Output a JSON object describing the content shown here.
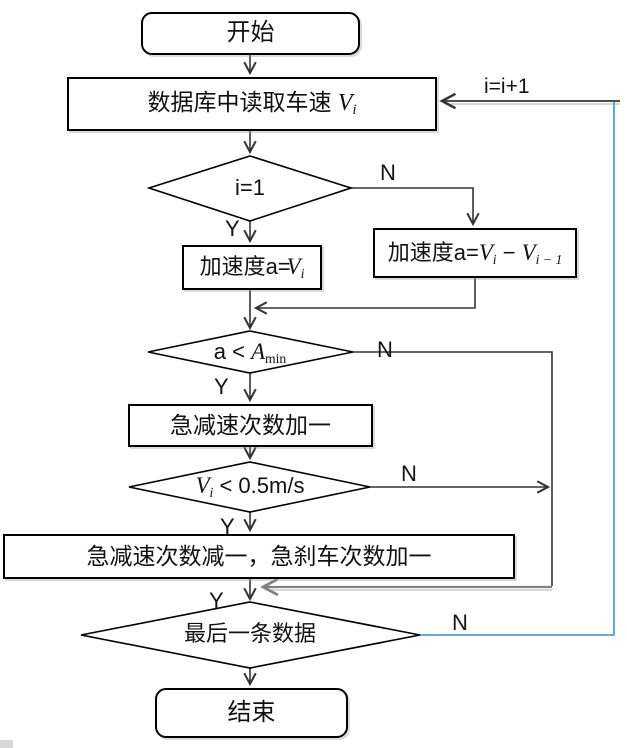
{
  "edge_labels": {
    "yes": "Y",
    "no": "N",
    "increment": "i=i+1"
  },
  "nodes": {
    "start": {
      "label": "开始"
    },
    "read": {
      "prefix": "数据库中读取车速 ",
      "var": "V",
      "sub": "i"
    },
    "d1": {
      "label": "i=1"
    },
    "accel_first": {
      "prefix": "加速度a=",
      "var": "V",
      "sub": "i"
    },
    "accel_diff": {
      "prefix": "加速度a=",
      "var1": "V",
      "sub1": "i",
      "operator": " − ",
      "var2": "V",
      "sub2": "i − 1"
    },
    "d2": {
      "prefix": "a < ",
      "var": "A",
      "sub": "min"
    },
    "decel_inc": {
      "label": "急减速次数加一"
    },
    "d3": {
      "var": "V",
      "sub": "i",
      "suffix": " < 0.5m/s"
    },
    "brake": {
      "label": "急减速次数减一，急刹车次数加一"
    },
    "d4": {
      "label": "最后一条数据"
    },
    "end": {
      "label": "结束"
    }
  },
  "colors": {
    "connector": "#333333",
    "loop_line": "#5B9BD5",
    "merge_line": "#808080",
    "shape_border": "#000000",
    "background": "#ffffff"
  }
}
